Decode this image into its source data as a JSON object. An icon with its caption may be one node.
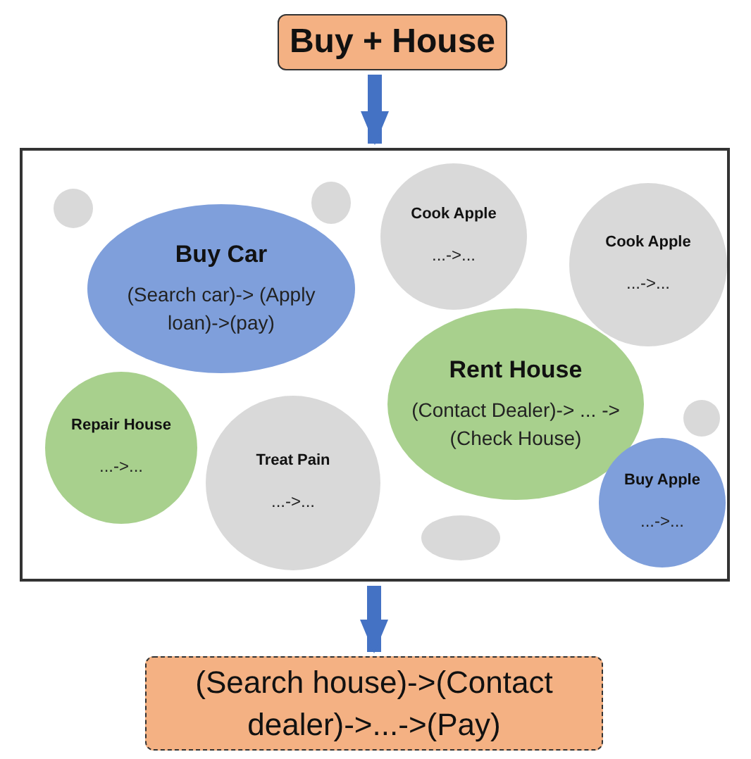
{
  "diagram": {
    "nodes": [
      {
        "text": [
          "Buy + House"
        ]
      },
      {
        "text": [],
        "shape": "box"
      },
      {
        "text": [
          "Buy Car",
          "(Search car)-> (Apply loan)->(pay)"
        ],
        "in": 1
      },
      {
        "text": [
          "Cook Apple",
          "...->..."
        ],
        "in": 1
      },
      {
        "text": [
          "Cook Apple",
          "...->..."
        ],
        "in": 1
      },
      {
        "text": [
          "Rent House",
          "(Contact Dealer)-> ... ->(Check House)"
        ],
        "in": 1
      },
      {
        "text": [
          "Repair House",
          "...->..."
        ],
        "in": 1
      },
      {
        "text": [
          "Treat Pain",
          "...->..."
        ],
        "in": 1
      },
      {
        "text": [
          "Buy Apple",
          "...->..."
        ],
        "in": 1
      },
      {
        "text": [],
        "shape": "circle",
        "in": 1
      },
      {
        "text": [],
        "shape": "circle",
        "in": 1
      },
      {
        "text": [],
        "shape": "circle",
        "in": 1
      },
      {
        "text": [],
        "shape": "circle",
        "in": 1
      },
      {
        "text": [
          "(Search house)->(Contact dealer)->...->(Pay)"
        ]
      }
    ],
    "edges": [
      {
        "from": 0,
        "to": 1,
        "arrow": "to"
      },
      {
        "from": 1,
        "to": 13,
        "arrow": "to"
      }
    ]
  }
}
